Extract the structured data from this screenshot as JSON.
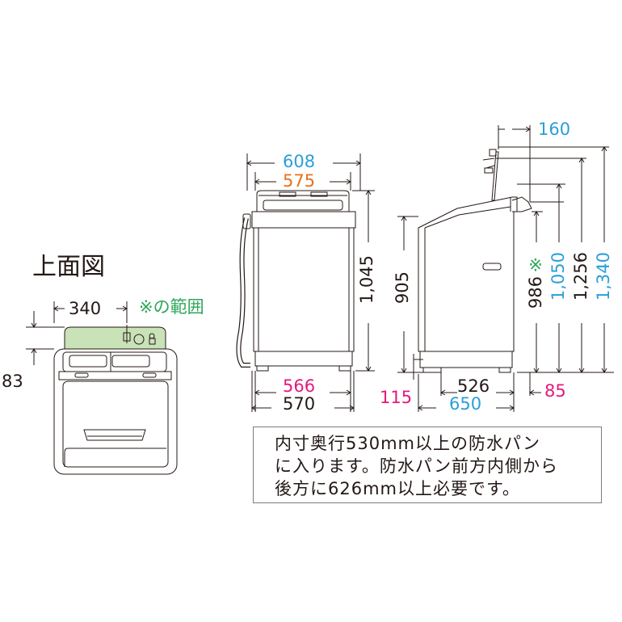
{
  "top_view": {
    "title": "上面図",
    "width_dim": "340",
    "depth_dim": "83",
    "range_note": "※の範囲"
  },
  "front_view": {
    "outer_width": "608",
    "inner_width": "575",
    "height": "1,045",
    "base_width_inner": "566",
    "base_width_outer": "570"
  },
  "side_view": {
    "lid_offset": "160",
    "height_body": "905",
    "height_986": "986",
    "height_986_mark": "※",
    "height_1050": "1,050",
    "height_1256": "1,256",
    "height_1340": "1,340",
    "foot_height": "115",
    "foot_depth": "526",
    "depth_total": "650",
    "rear_offset": "85"
  },
  "note": {
    "line1": "内寸奥行530mm以上の防水パン",
    "line2": "に入ります。防水パン前方内側から",
    "line3": "後方に626mm以上必要です。"
  },
  "colors": {
    "line": "#231815",
    "blue": "#2a9fd6",
    "orange": "#e8711a",
    "pink": "#e5197a",
    "green_area": "#c9e2b8"
  }
}
